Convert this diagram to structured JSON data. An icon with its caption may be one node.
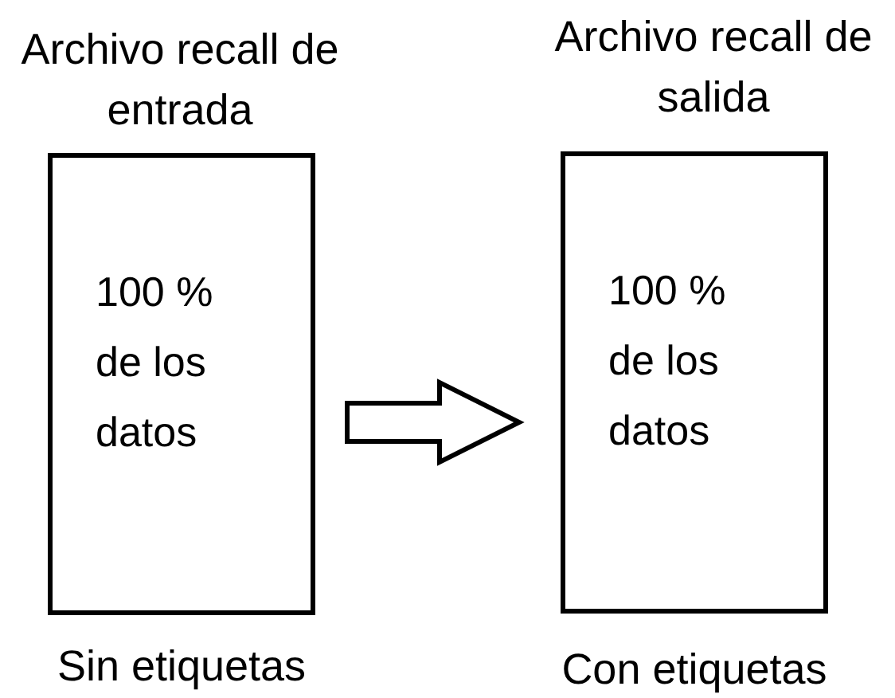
{
  "diagram": {
    "nodes": [
      {
        "text": [
          "Archivo recall de entrada",
          "100 % de los datos"
        ],
        "beside": [
          "Sin etiquetas"
        ]
      },
      {
        "text": [
          "Archivo recall de salida",
          "100 % de los datos"
        ],
        "beside": [
          "Con etiquetas"
        ]
      }
    ],
    "edges": [
      {
        "from": 0,
        "to": 1,
        "arrow": "to"
      }
    ]
  }
}
